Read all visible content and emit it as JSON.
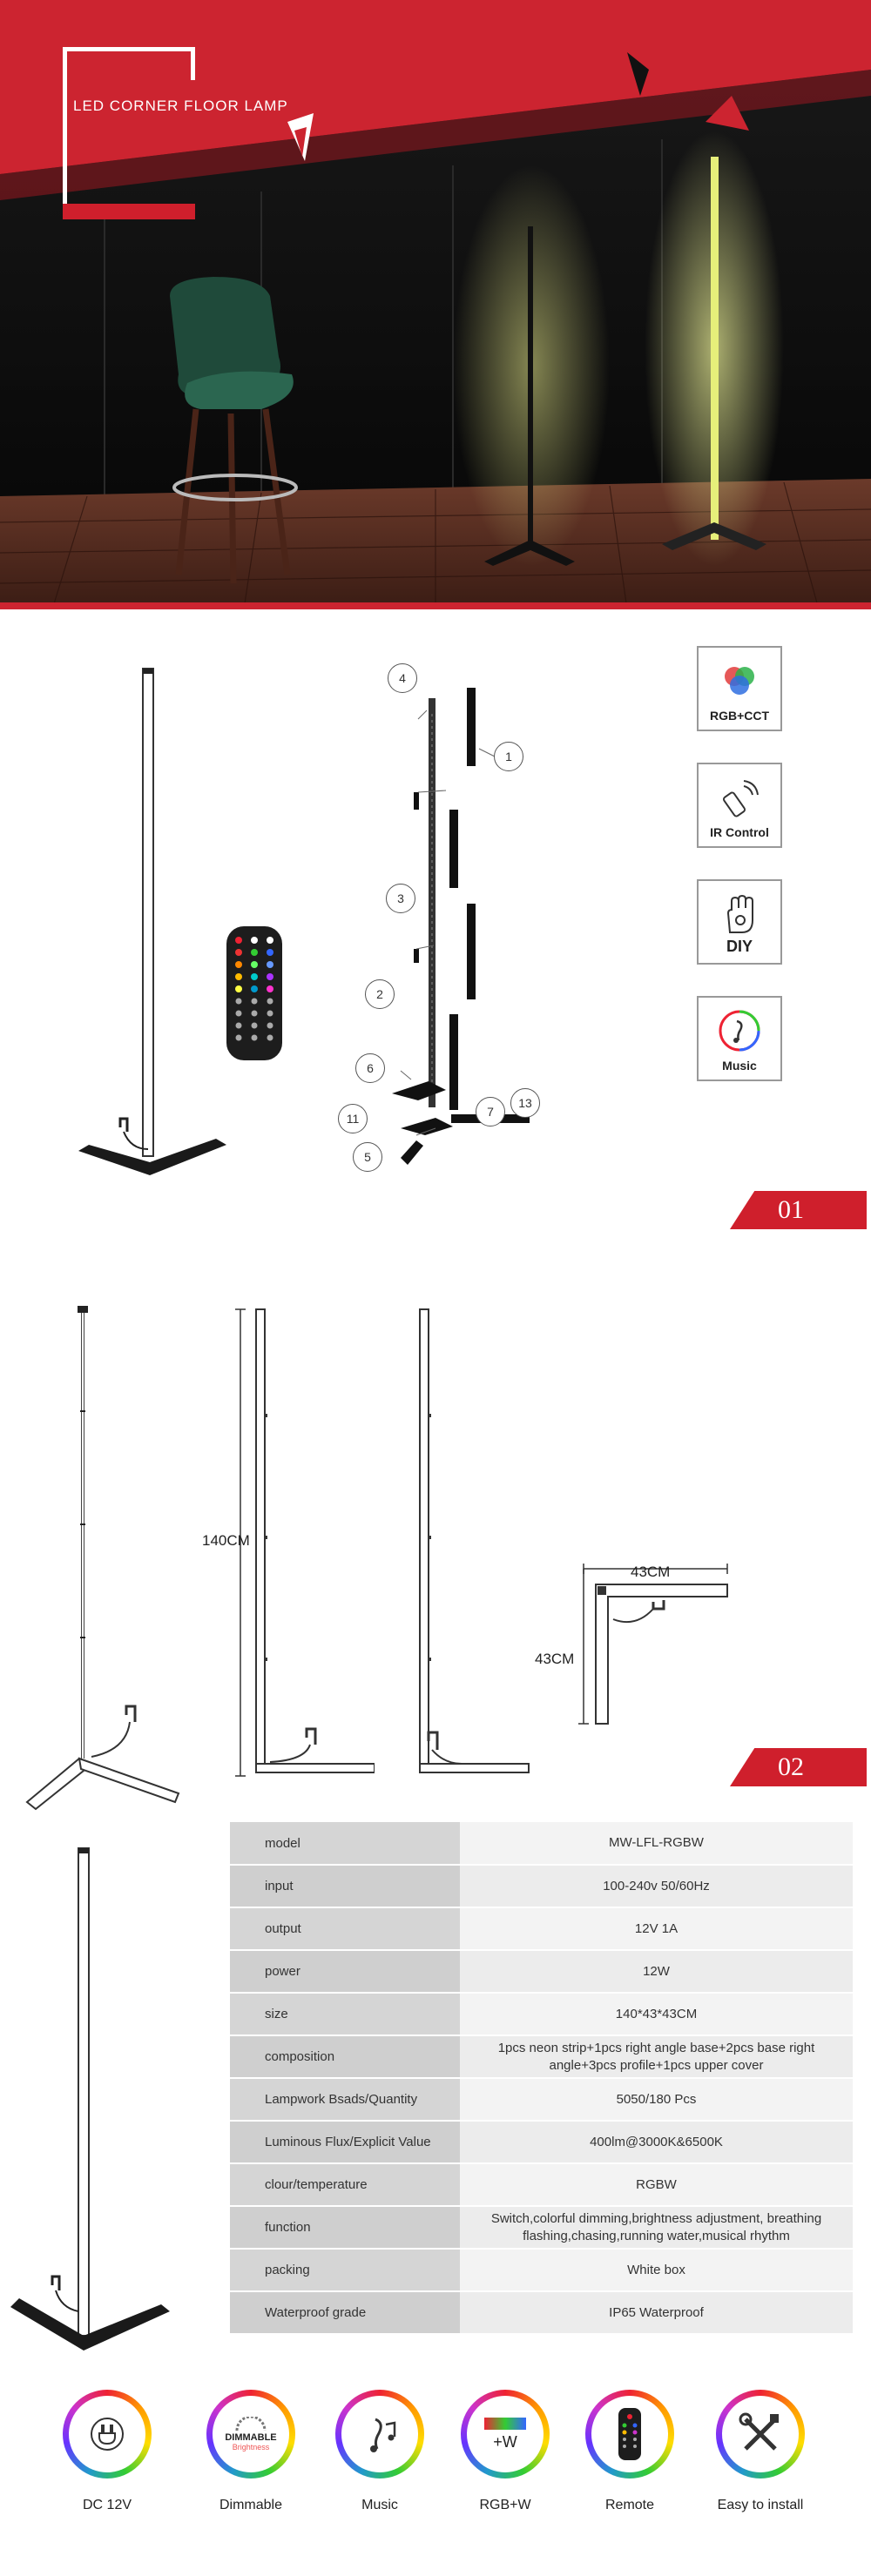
{
  "hero": {
    "title": "LED CORNER FLOOR LAMP"
  },
  "section1": {
    "badge": "01",
    "features": [
      {
        "label": "RGB+CCT",
        "icon": "rgb-dots-icon"
      },
      {
        "label": "IR  Control",
        "icon": "ir-remote-icon"
      },
      {
        "label": "DIY",
        "icon": "diy-hand-icon"
      },
      {
        "label": "Music",
        "icon": "music-note-icon"
      }
    ],
    "callouts": [
      "4",
      "1",
      "3",
      "2",
      "6",
      "11",
      "7",
      "13",
      "5"
    ]
  },
  "section2": {
    "badge": "02",
    "height_label": "140CM",
    "width_label_top": "43CM",
    "width_label_side": "43CM"
  },
  "spec": {
    "rows": [
      {
        "key": "model",
        "value": "MW-LFL-RGBW"
      },
      {
        "key": "input",
        "value": "100-240v 50/60Hz"
      },
      {
        "key": "output",
        "value": "12V 1A"
      },
      {
        "key": "power",
        "value": "12W"
      },
      {
        "key": "size",
        "value": "140*43*43CM"
      },
      {
        "key": "composition",
        "value": "1pcs neon strip+1pcs right angle base+2pcs base right angle+3pcs profile+1pcs upper cover"
      },
      {
        "key": "Lampwork Bsads/Quantity",
        "value": "5050/180 Pcs"
      },
      {
        "key": "Luminous Flux/Explicit Value",
        "value": "400lm@3000K&6500K"
      },
      {
        "key": "clour/temperature",
        "value": "RGBW"
      },
      {
        "key": "function",
        "value": "Switch,colorful dimming,brightness adjustment, breathing flashing,chasing,running water,musical rhythm"
      },
      {
        "key": "packing",
        "value": "White box"
      },
      {
        "key": "Waterproof grade",
        "value": "IP65  Waterproof"
      }
    ]
  },
  "bottom": {
    "items": [
      {
        "label": "DC 12V",
        "icon": "plug-icon"
      },
      {
        "label": "Dimmable",
        "icon": "dimmable-icon",
        "inner_text": "DIMMABLE",
        "inner_sub": "Brightness"
      },
      {
        "label": "Music",
        "icon": "music-icon"
      },
      {
        "label": "RGB+W",
        "icon": "rgbw-icon",
        "inner_text": "+W"
      },
      {
        "label": "Remote",
        "icon": "remote-icon"
      },
      {
        "label": "Easy to install",
        "icon": "tools-icon"
      }
    ]
  },
  "colors": {
    "accent_red": "#cf1f2c",
    "table_key_bg": "#d5d5d5",
    "table_value_bg": "#f3f3f3"
  }
}
